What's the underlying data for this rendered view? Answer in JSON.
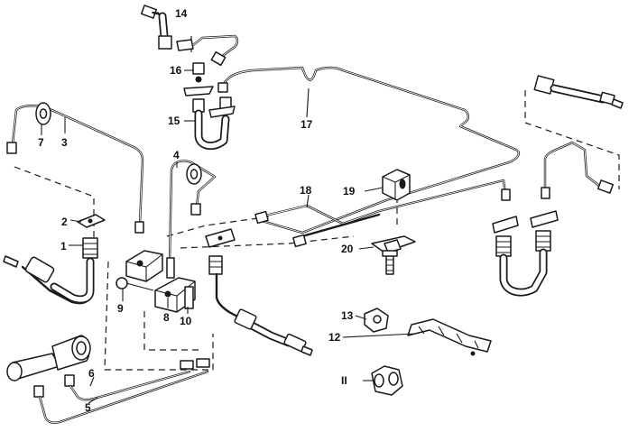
{
  "diagram": {
    "callouts": {
      "c1": "1",
      "c2": "2",
      "c3": "3",
      "c4": "4",
      "c5": "5",
      "c6": "6",
      "c7": "7",
      "c8": "8",
      "c9": "9",
      "c10": "10",
      "c11": "II",
      "c12": "12",
      "c13": "13",
      "c14": "14",
      "c15": "15",
      "c16": "16",
      "c17": "17",
      "c18": "18",
      "c19": "19",
      "c20": "20"
    }
  }
}
